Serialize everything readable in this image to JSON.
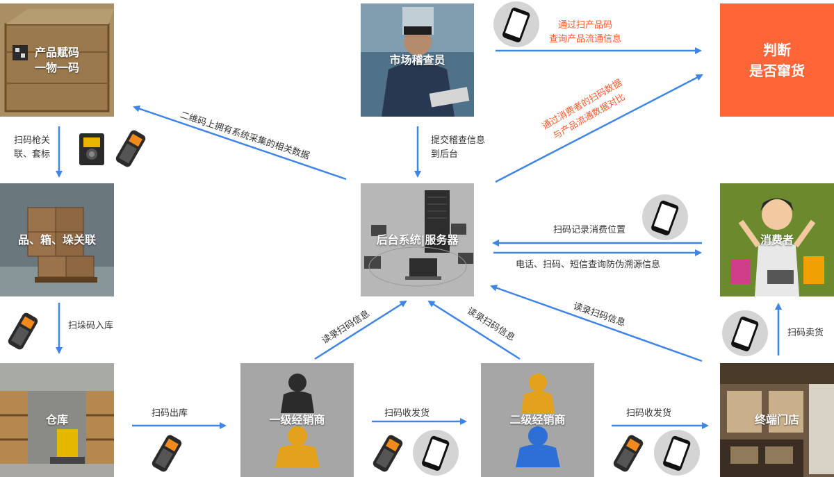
{
  "colors": {
    "arrow": "#3f85e6",
    "red_text": "#ff5a2c",
    "verdict_bg": "#ff6536"
  },
  "nodes": {
    "product": "产品赋码\n一物一码",
    "inspector": "市场稽查员",
    "verdict": "判断\n是否窜货",
    "pallet": "品、箱、垛关联",
    "backend": "后台系统|服务器",
    "consumer": "消费者",
    "warehouse": "仓库",
    "dealer1": "一级经销商",
    "dealer2": "二级经销商",
    "store": "终端门店"
  },
  "edges": {
    "scan_product_flow": "通过扫产品码\n查询产品流通信息",
    "compare_consumer": "通过消费者的扫码数据\n与产品流通数据对比",
    "qr_data": "二维码上拥有系统采集的相关数据",
    "submit_inspection": "提交稽查信息\n到后台",
    "scan_gun": "扫码枪关\n联、套标",
    "scan_location": "扫码记录消费位置",
    "phone_query": "电话、扫码、短信查询防伪溯源信息",
    "scan_stack_in": "扫垛码入库",
    "read_scan_1": "读录扫码信息",
    "read_scan_2": "读录扫码信息",
    "read_scan_3": "读录扫码信息",
    "scan_sell": "扫码卖货",
    "scan_out": "扫码出库",
    "scan_ship_1": "扫码收发货",
    "scan_ship_2": "扫码收发货"
  },
  "icons": [
    "smartphone-icon",
    "handheld-scanner-icon",
    "barcode-scanner-icon",
    "server-icon",
    "person-icon"
  ]
}
